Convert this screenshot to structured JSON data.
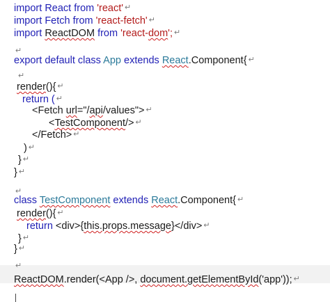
{
  "document": {
    "lines": [
      {
        "indent": 20,
        "segments": [
          {
            "text": "import React from ",
            "style": "kw"
          },
          {
            "text": "'react'",
            "style": "str"
          }
        ]
      },
      {
        "indent": 20,
        "segments": [
          {
            "text": "import Fetch from ",
            "style": "kw"
          },
          {
            "text": "'react-fetch'",
            "style": "str"
          }
        ]
      },
      {
        "indent": 20,
        "segments": [
          {
            "text": "import ",
            "style": "kw"
          },
          {
            "text": "ReactDOM",
            "style": "sq"
          },
          {
            "text": " from ",
            "style": "kw"
          },
          {
            "text": "'react-",
            "style": "str"
          },
          {
            "text": "dom",
            "style": "str sq"
          },
          {
            "text": "';",
            "style": "str"
          }
        ]
      },
      {
        "indent": 20,
        "segments": []
      },
      {
        "indent": 20,
        "segments": [
          {
            "text": "export default class ",
            "style": "kw"
          },
          {
            "text": "App",
            "style": "cls"
          },
          {
            "text": " extends ",
            "style": "kw"
          },
          {
            "text": "React",
            "style": "cls sq"
          },
          {
            "text": ".Component{",
            "style": ""
          }
        ]
      },
      {
        "indent": 24,
        "segments": []
      },
      {
        "indent": 24,
        "segments": [
          {
            "text": "render",
            "style": "sq"
          },
          {
            "text": "(){",
            "style": ""
          }
        ]
      },
      {
        "indent": 32,
        "segments": [
          {
            "text": "return (",
            "style": "kw"
          }
        ]
      },
      {
        "indent": 46,
        "segments": [
          {
            "text": "<Fetch ",
            "style": "tag"
          },
          {
            "text": "url",
            "style": "sq"
          },
          {
            "text": "=\"/",
            "style": ""
          },
          {
            "text": "api",
            "style": "sq"
          },
          {
            "text": "/values\">",
            "style": ""
          }
        ]
      },
      {
        "indent": 70,
        "segments": [
          {
            "text": "<",
            "style": ""
          },
          {
            "text": "TestComponent",
            "style": "sq"
          },
          {
            "text": "/>",
            "style": ""
          }
        ]
      },
      {
        "indent": 46,
        "segments": [
          {
            "text": "</Fetch>",
            "style": ""
          }
        ]
      },
      {
        "indent": 34,
        "segments": [
          {
            "text": ")",
            "style": ""
          }
        ]
      },
      {
        "indent": 26,
        "segments": [
          {
            "text": "}",
            "style": ""
          }
        ]
      },
      {
        "indent": 20,
        "segments": [
          {
            "text": "}",
            "style": ""
          }
        ]
      },
      {
        "indent": 20,
        "segments": []
      },
      {
        "indent": 20,
        "segments": [
          {
            "text": "class ",
            "style": "kw"
          },
          {
            "text": "TestComponent",
            "style": "cls sq"
          },
          {
            "text": " extends ",
            "style": "kw"
          },
          {
            "text": "React",
            "style": "cls sq"
          },
          {
            "text": ".Component{",
            "style": ""
          }
        ]
      },
      {
        "indent": 24,
        "segments": [
          {
            "text": "render",
            "style": "sq"
          },
          {
            "text": "(){",
            "style": ""
          }
        ]
      },
      {
        "indent": 38,
        "segments": [
          {
            "text": "return ",
            "style": "kw"
          },
          {
            "text": "<div>{",
            "style": ""
          },
          {
            "text": "this.props.message",
            "style": "sq"
          },
          {
            "text": "}</div>",
            "style": ""
          }
        ]
      },
      {
        "indent": 26,
        "segments": [
          {
            "text": "}",
            "style": ""
          }
        ]
      },
      {
        "indent": 20,
        "segments": [
          {
            "text": "}",
            "style": ""
          }
        ]
      },
      {
        "indent": 20,
        "segments": []
      },
      {
        "indent": 20,
        "segments": [
          {
            "text": "ReactDOM",
            "style": "sq"
          },
          {
            "text": ".render(<App />, ",
            "style": ""
          },
          {
            "text": "document.getElementById",
            "style": "sq"
          },
          {
            "text": "('app'));",
            "style": ""
          }
        ]
      }
    ]
  },
  "paragraph_mark": "↵",
  "colors": {
    "keyword": "#1f1fb5",
    "string": "#b31b1b",
    "class_name": "#2b7a9a",
    "spell_check": "#d02020",
    "highlight": "#f2f2f2"
  }
}
